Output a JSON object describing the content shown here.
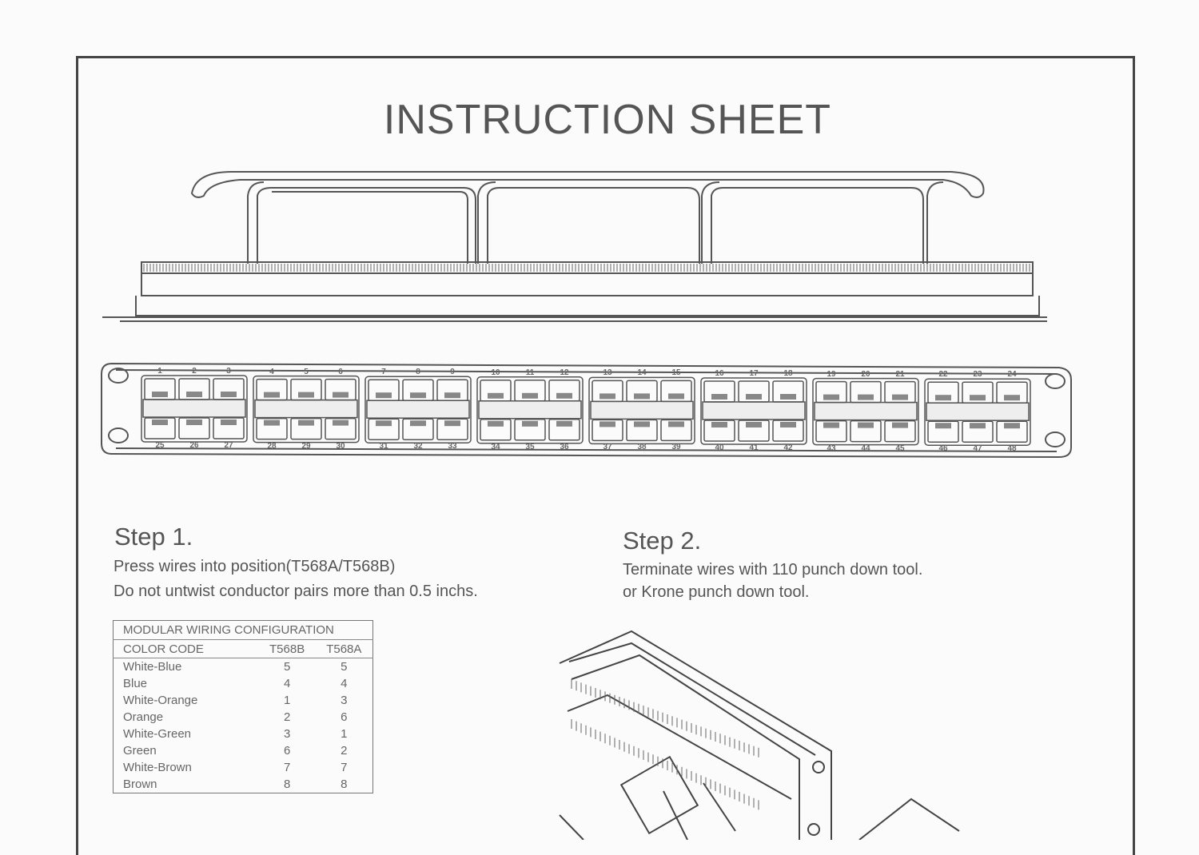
{
  "title": "INSTRUCTION SHEET",
  "panel": {
    "top_ports": [
      "1",
      "2",
      "3",
      "4",
      "5",
      "6",
      "7",
      "8",
      "9",
      "10",
      "11",
      "12",
      "13",
      "14",
      "15",
      "16",
      "17",
      "18",
      "19",
      "20",
      "21",
      "22",
      "23",
      "24"
    ],
    "bottom_ports": [
      "25",
      "26",
      "27",
      "28",
      "29",
      "30",
      "31",
      "32",
      "33",
      "34",
      "35",
      "36",
      "37",
      "38",
      "39",
      "40",
      "41",
      "42",
      "43",
      "44",
      "45",
      "46",
      "47",
      "48"
    ]
  },
  "step1": {
    "title": "Step 1.",
    "line1": "Press wires into position(T568A/T568B)",
    "line2": "Do not untwist conductor pairs more than 0.5 inchs."
  },
  "step2": {
    "title": "Step 2.",
    "line1": "Terminate wires with 110 punch down tool.",
    "line2": "or Krone punch down tool."
  },
  "table": {
    "caption": "MODULAR WIRING CONFIGURATION",
    "headers": [
      "COLOR CODE",
      "T568B",
      "T568A"
    ],
    "rows": [
      [
        "White-Blue",
        "5",
        "5"
      ],
      [
        "Blue",
        "4",
        "4"
      ],
      [
        "White-Orange",
        "1",
        "3"
      ],
      [
        "Orange",
        "2",
        "6"
      ],
      [
        "White-Green",
        "3",
        "1"
      ],
      [
        "Green",
        "6",
        "2"
      ],
      [
        "White-Brown",
        "7",
        "7"
      ],
      [
        "Brown",
        "8",
        "8"
      ]
    ]
  }
}
